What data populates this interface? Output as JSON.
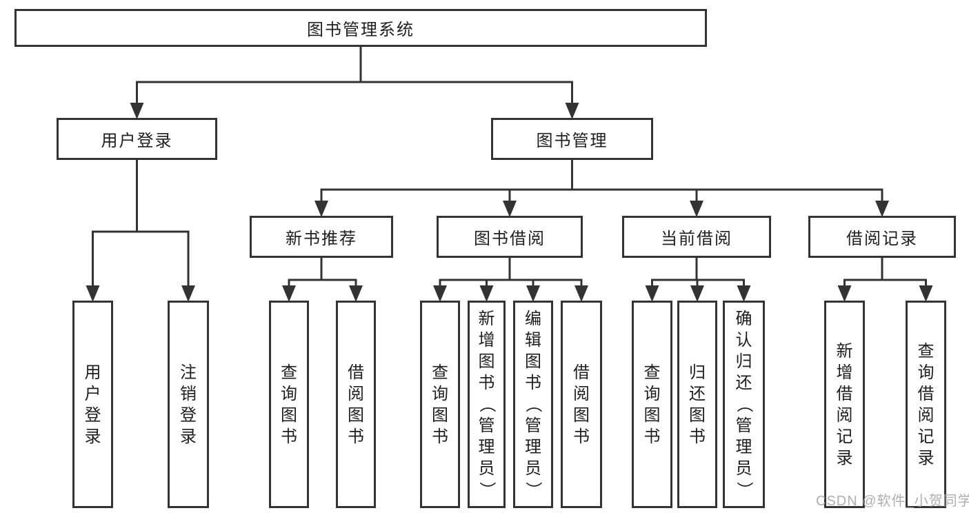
{
  "watermark": "CSDN @软件_小贺同学",
  "colors": {
    "line": "#333333",
    "text": "#1e1e1e",
    "watermark": "#a5a5a5",
    "background": "#ffffff"
  },
  "nodes": {
    "root": {
      "label": "图书管理系统"
    },
    "user-login-group": {
      "label": "用户登录"
    },
    "book-management": {
      "label": "图书管理"
    },
    "user-login": {
      "label": "用户登录"
    },
    "logout": {
      "label": "注销登录"
    },
    "new-book-recommend": {
      "label": "新书推荐"
    },
    "book-borrow": {
      "label": "图书借阅"
    },
    "current-borrow": {
      "label": "当前借阅"
    },
    "borrow-records": {
      "label": "借阅记录"
    },
    "nb-query-books": {
      "label": "查询图书"
    },
    "nb-borrow-books": {
      "label": "借阅图书"
    },
    "bb-query-books": {
      "label": "查询图书"
    },
    "bb-add-books": {
      "label": "新增图书（管理员）"
    },
    "bb-edit-books": {
      "label": "编辑图书（管理员）"
    },
    "bb-borrow-books": {
      "label": "借阅图书"
    },
    "cb-query-books": {
      "label": "查询图书"
    },
    "cb-return-books": {
      "label": "归还图书"
    },
    "cb-confirm-return": {
      "label": "确认归还（管理员）"
    },
    "br-add-record": {
      "label": "新增借阅记录"
    },
    "br-query-record": {
      "label": "查询借阅记录"
    }
  },
  "edges": [
    [
      "root",
      "user-login-group"
    ],
    [
      "root",
      "book-management"
    ],
    [
      "user-login-group",
      "user-login"
    ],
    [
      "user-login-group",
      "logout"
    ],
    [
      "book-management",
      "new-book-recommend"
    ],
    [
      "book-management",
      "book-borrow"
    ],
    [
      "book-management",
      "current-borrow"
    ],
    [
      "book-management",
      "borrow-records"
    ],
    [
      "new-book-recommend",
      "nb-query-books"
    ],
    [
      "new-book-recommend",
      "nb-borrow-books"
    ],
    [
      "book-borrow",
      "bb-query-books"
    ],
    [
      "book-borrow",
      "bb-add-books"
    ],
    [
      "book-borrow",
      "bb-edit-books"
    ],
    [
      "book-borrow",
      "bb-borrow-books"
    ],
    [
      "current-borrow",
      "cb-query-books"
    ],
    [
      "current-borrow",
      "cb-return-books"
    ],
    [
      "current-borrow",
      "cb-confirm-return"
    ],
    [
      "borrow-records",
      "br-add-record"
    ],
    [
      "borrow-records",
      "br-query-record"
    ]
  ]
}
